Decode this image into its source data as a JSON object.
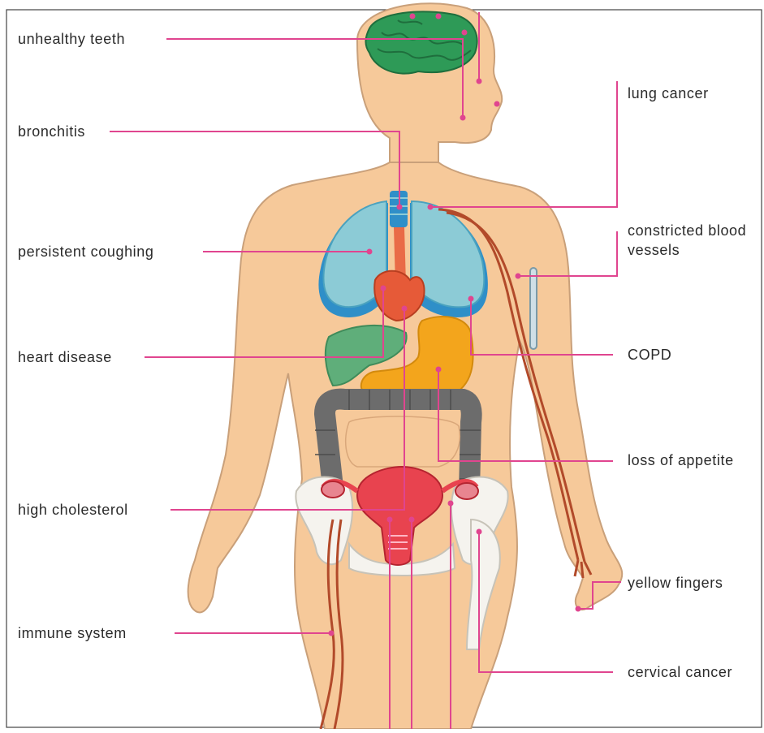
{
  "labels": {
    "unhealthy_teeth": "unhealthy teeth",
    "bronchitis": "bronchitis",
    "persistent_coughing": "persistent coughing",
    "heart_disease": "heart disease",
    "high_cholesterol": "high cholesterol",
    "immune_system": "immune system",
    "lung_cancer": "lung cancer",
    "constricted_blood_vessels": "constricted blood vessels",
    "copd": "COPD",
    "loss_of_appetite": "loss of appetite",
    "yellow_fingers": "yellow fingers",
    "cervical_cancer": "cervical cancer"
  },
  "colors": {
    "skin": "#f6c99a",
    "skin_outline": "#c9a07a",
    "leader": "#e0458f",
    "brain": "#2e9a57",
    "lung": "#8ccbd6",
    "lung_shadow": "#2f8fc8",
    "heart": "#e65a38",
    "liver": "#5fae7a",
    "stomach": "#f3a51c",
    "intestine": "#6c6c6c",
    "uterus": "#e8434f",
    "bone": "#f5f3ee",
    "vessel": "#b24a2a"
  }
}
